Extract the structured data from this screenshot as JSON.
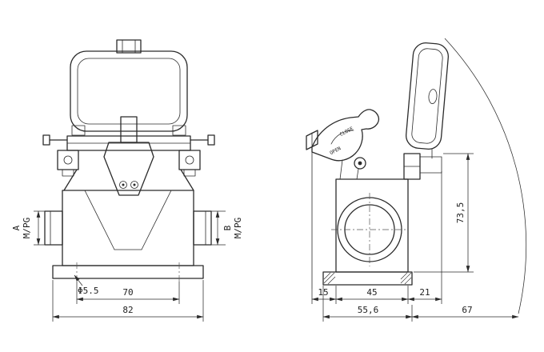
{
  "colors": {
    "line": "#2b2b2b",
    "background": "#ffffff"
  },
  "front_view": {
    "dim_inner_width": "70",
    "dim_outer_width": "82",
    "hole_diameter": "Φ5.5",
    "port_a_label": "A",
    "port_a_thread": "M/PG",
    "port_b_label": "B",
    "port_b_thread": "M/PG"
  },
  "side_view": {
    "dim_left_offset": "15",
    "dim_body_width": "45",
    "dim_latch_width": "21",
    "dim_base_width": "55,6",
    "dim_swing_radius": "67",
    "dim_height": "73,5",
    "lever_label_close": "CLOSE",
    "lever_label_open": "OPEN"
  }
}
